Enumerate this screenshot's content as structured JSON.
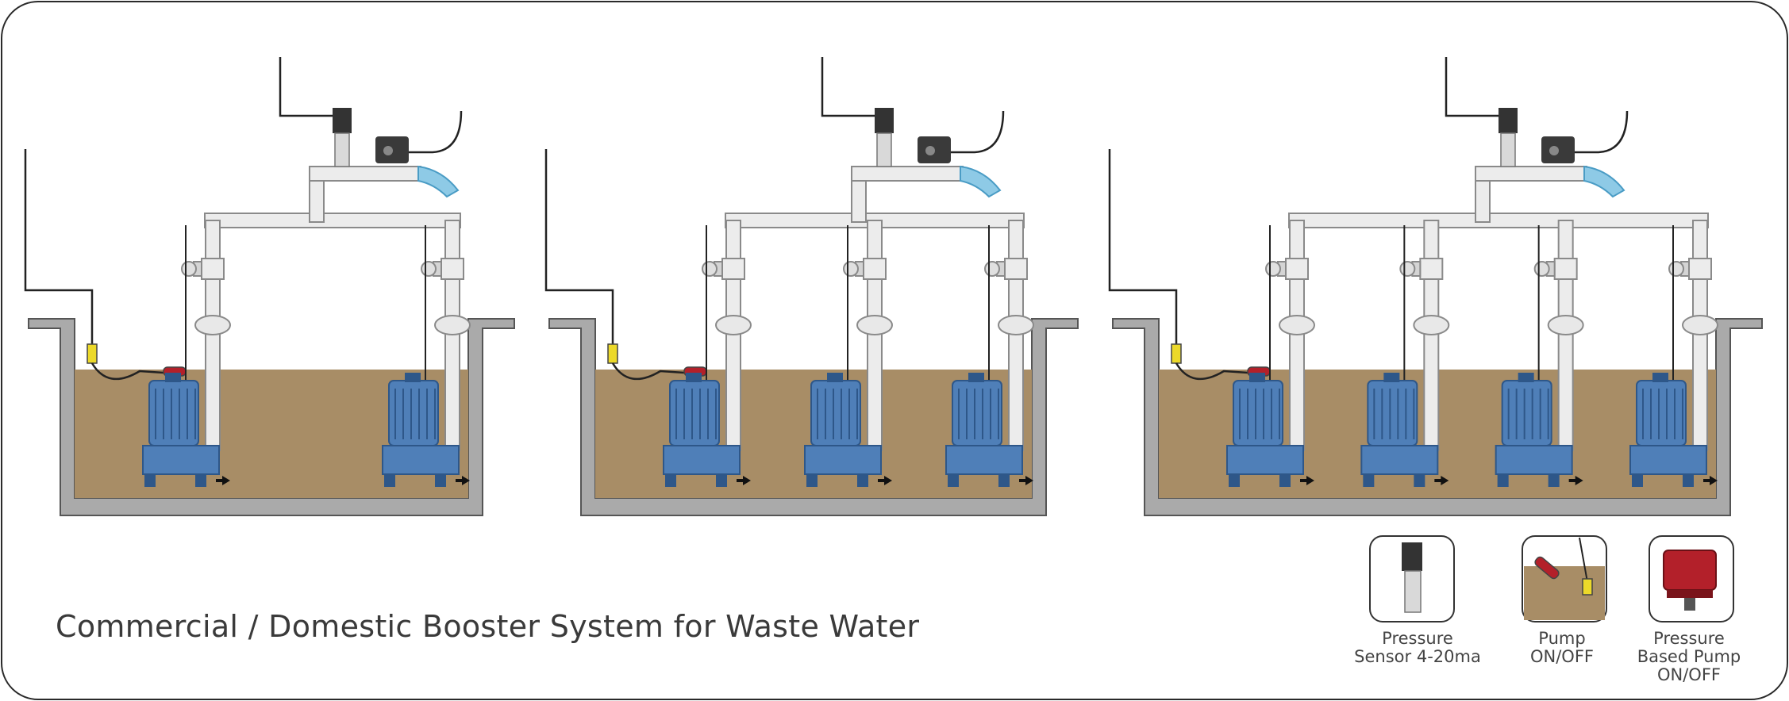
{
  "title": "Commercial / Domestic Booster System for Waste Water",
  "legend": [
    {
      "icon": "pressure-sensor-icon",
      "lines": [
        "Pressure",
        "Sensor 4-20ma"
      ]
    },
    {
      "icon": "float-switch-icon",
      "lines": [
        "Pump",
        "ON/OFF"
      ]
    },
    {
      "icon": "pressure-switch-icon",
      "lines": [
        "Pressure",
        "Based  Pump",
        "ON/OFF"
      ]
    }
  ],
  "systems": [
    {
      "name": "two-pump-system",
      "pumps": 2
    },
    {
      "name": "three-pump-system",
      "pumps": 3
    },
    {
      "name": "four-pump-system",
      "pumps": 4
    }
  ],
  "colors": {
    "sludge": "#a88d66",
    "tank": "#aaaaaa",
    "tank_stroke": "#555555",
    "pump": "#4f7fb8",
    "pump_dark": "#2e5789",
    "pipe": "#ececec",
    "pipe_stroke": "#8a8a8a",
    "float": "#ecd92a",
    "switch_red": "#b3202a",
    "outflow": "#8ecae6"
  }
}
